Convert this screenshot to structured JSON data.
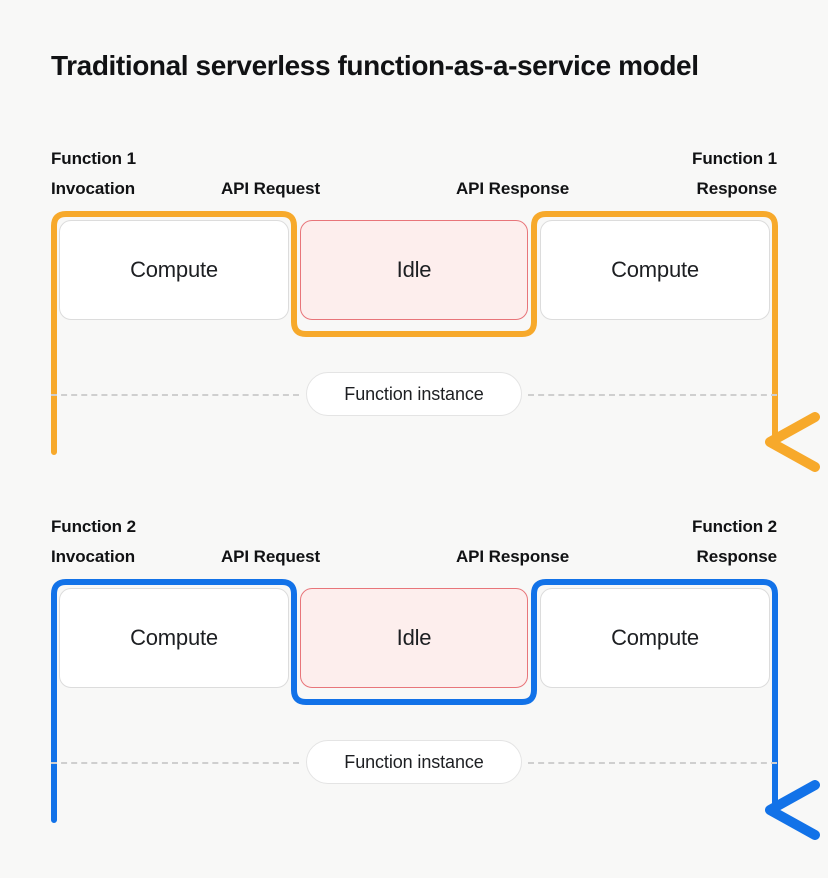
{
  "page": {
    "title": "Traditional serverless function-as-a-service model",
    "background_color": "#f8f8f7"
  },
  "colors": {
    "accent_function_1": "#f7a92b",
    "accent_function_2": "#1272e8",
    "idle_fill": "#fdeeed",
    "idle_border": "#e8757a",
    "compute_fill": "#ffffff",
    "compute_border": "#dcdcdc",
    "dash_line": "#cfcfcf",
    "text": "#111214"
  },
  "sections": [
    {
      "id": "function-1",
      "accent_color": "#f7a92b",
      "labels": {
        "left_line1": "Function 1",
        "left_line2": "Invocation",
        "middle_left": "API Request",
        "middle_right": "API Response",
        "right_line1": "Function 1",
        "right_line2": "Response"
      },
      "phases": [
        {
          "label": "Compute",
          "state": "compute"
        },
        {
          "label": "Idle",
          "state": "idle"
        },
        {
          "label": "Compute",
          "state": "compute"
        }
      ],
      "instance_label": "Function instance"
    },
    {
      "id": "function-2",
      "accent_color": "#1272e8",
      "labels": {
        "left_line1": "Function 2",
        "left_line2": "Invocation",
        "middle_left": "API Request",
        "middle_right": "API Response",
        "right_line1": "Function 2",
        "right_line2": "Response"
      },
      "phases": [
        {
          "label": "Compute",
          "state": "compute"
        },
        {
          "label": "Idle",
          "state": "idle"
        },
        {
          "label": "Compute",
          "state": "compute"
        }
      ],
      "instance_label": "Function instance"
    }
  ]
}
